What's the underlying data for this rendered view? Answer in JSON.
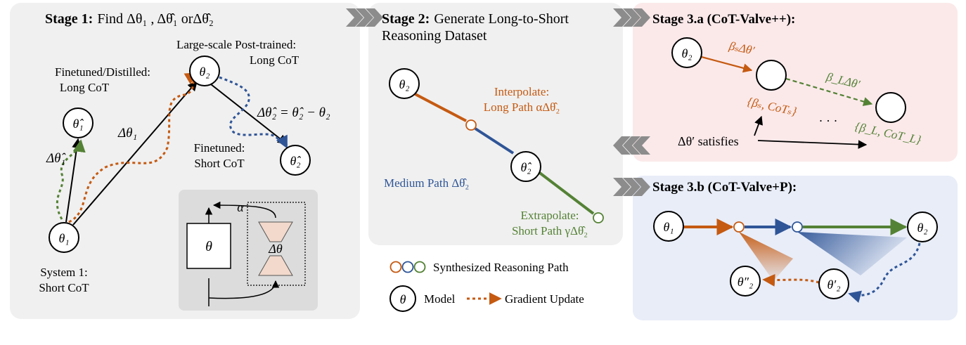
{
  "stage1": {
    "title_bold": "Stage 1:",
    "title_text": "Find Δθ₁ , Δθ̂₁ orΔθ̂₂",
    "label_finetuned": [
      "Finetuned/Distilled:",
      "Long CoT"
    ],
    "label_posttrained": [
      "Large-scale Post-trained:",
      "Long CoT"
    ],
    "label_finetuned_short": [
      "Finetuned:",
      "Short CoT"
    ],
    "label_system1": [
      "System 1:",
      "Short CoT"
    ],
    "node_theta1": "θ₁",
    "node_theta2": "θ₂",
    "node_theta1_hat": "θ̂₁",
    "node_theta2_hat": "θ̂₂",
    "edge_delta_theta1": "Δθ₁",
    "edge_delta_theta1_hat": "Δθ̂₁",
    "equation": "Δθ̂₂ = θ̂₂ − θ₂",
    "inset_theta": "θ",
    "inset_delta_theta": "Δθ",
    "inset_alpha": "α"
  },
  "stage2": {
    "title_bold": "Stage 2:",
    "title_text": "Generate Long-to-Short",
    "title_line2": "Reasoning Dataset",
    "node_theta2": "θ₂",
    "node_theta2_hat": "θ̂₂",
    "interpolate": [
      "Interpolate:",
      "Long Path αΔθ̂₂"
    ],
    "medium": "Medium Path Δθ̂₂",
    "extrapolate": [
      "Extrapolate:",
      "Short Path γΔθ̂₂"
    ]
  },
  "legend": {
    "synthesized": "Synthesized Reasoning Path",
    "model_symbol": "θ",
    "model": "Model",
    "gradient": "Gradient Update"
  },
  "stage3a": {
    "title": "Stage 3.a (CoT-Valve++):",
    "node_theta2": "θ₂",
    "beta_s": "βₛΔθ′",
    "beta_l": "β_LΔθ′",
    "set_s": "{βₛ, CoTₛ}",
    "set_l": "{β_L, CoT_L}",
    "dots": "· · ·",
    "satisfies": "Δθ′ satisfies"
  },
  "stage3b": {
    "title": "Stage 3.b (CoT-Valve+P):",
    "node_theta1": "θ₁",
    "node_theta2": "θ₂",
    "node_theta2_dd": "θ″₂",
    "node_theta2_d": "θ′₂"
  },
  "colors": {
    "orange": "#c55a11",
    "blue": "#2f5597",
    "green": "#548235",
    "panel_gray": "#f0f0f0",
    "panel_pink": "#fbe9ea",
    "panel_blue": "#e8edf8",
    "chevron": "#8c8c8c"
  }
}
